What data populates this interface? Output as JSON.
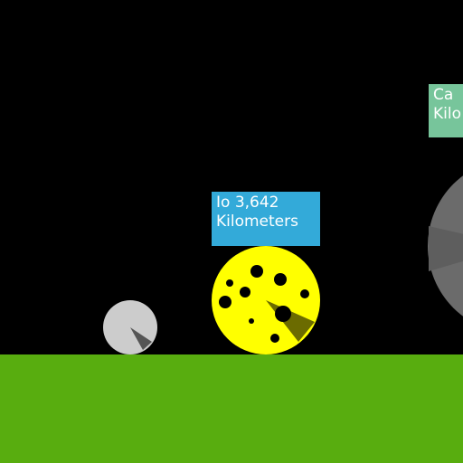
{
  "colors": {
    "sky": "#000000",
    "ground": "#58ad0f",
    "io_label_bg": "#33aad9",
    "callisto_label_bg": "#77c59b",
    "io_body": "#ffff00",
    "callisto_body": "#6b6b6b",
    "small_moon": "#cccccc"
  },
  "labels": {
    "io": {
      "line1": "Io 3,642",
      "line2": "Kilometers"
    },
    "callisto": {
      "line1": "Ca",
      "line2": "Kilo"
    }
  },
  "icons": [
    "small-moon-icon",
    "io-moon-icon",
    "callisto-moon-icon"
  ]
}
